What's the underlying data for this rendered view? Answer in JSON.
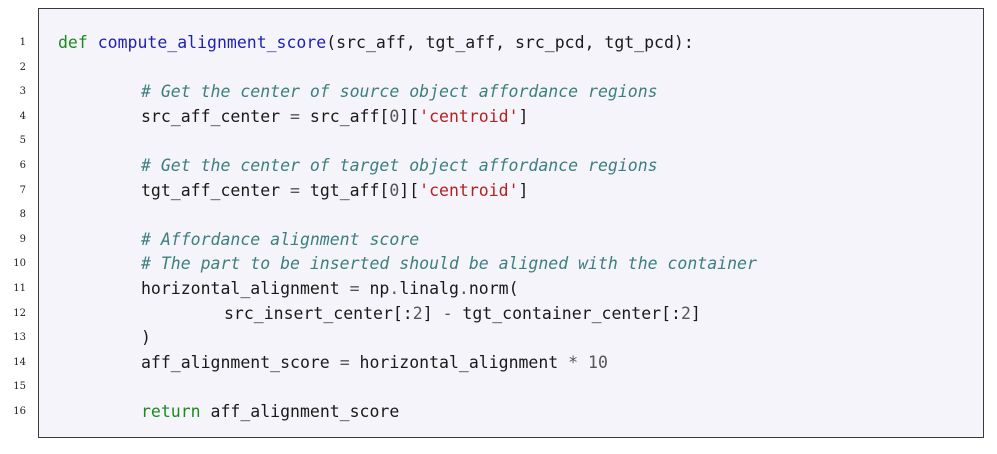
{
  "line_numbers": [
    "1",
    "2",
    "3",
    "4",
    "5",
    "6",
    "7",
    "8",
    "9",
    "10",
    "11",
    "12",
    "13",
    "14",
    "15",
    "16"
  ],
  "code": {
    "l1": {
      "kw": "def",
      "fn": "compute_alignment_score",
      "rest": "(src_aff, tgt_aff, src_pcd, tgt_pcd):"
    },
    "l3": {
      "comment": "# Get the center of source object affordance regions"
    },
    "l4": {
      "a": "src_aff_center ",
      "eq": "=",
      "b": " src_aff[",
      "n": "0",
      "c": "][",
      "s": "'centroid'",
      "d": "]"
    },
    "l6": {
      "comment": "# Get the center of target object affordance regions"
    },
    "l7": {
      "a": "tgt_aff_center ",
      "eq": "=",
      "b": " tgt_aff[",
      "n": "0",
      "c": "][",
      "s": "'centroid'",
      "d": "]"
    },
    "l9": {
      "comment": "# Affordance alignment score"
    },
    "l10": {
      "comment": "# The part to be inserted should be aligned with the container"
    },
    "l11": {
      "a": "horizontal_alignment ",
      "eq": "=",
      "b": " np",
      "dot": ".",
      "c": "linalg",
      "dot2": ".",
      "d": "norm("
    },
    "l12": {
      "a": "src_insert_center[:",
      "n1": "2",
      "b": "] ",
      "minus": "-",
      "c": " tgt_container_center[:",
      "n2": "2",
      "d": "]"
    },
    "l13": {
      "a": ")"
    },
    "l14": {
      "a": "aff_alignment_score ",
      "eq": "=",
      "b": " horizontal_alignment ",
      "op": "*",
      "sp": " ",
      "n": "10"
    },
    "l16": {
      "kw": "return",
      "rest": " aff_alignment_score"
    }
  },
  "colors": {
    "keyword": "#1e8a1e",
    "function": "#1f1fb4",
    "comment": "#3d7f7f",
    "string": "#b42121",
    "number": "#555555",
    "box_background": "#f4f4fa",
    "border": "#3a3a3a"
  }
}
